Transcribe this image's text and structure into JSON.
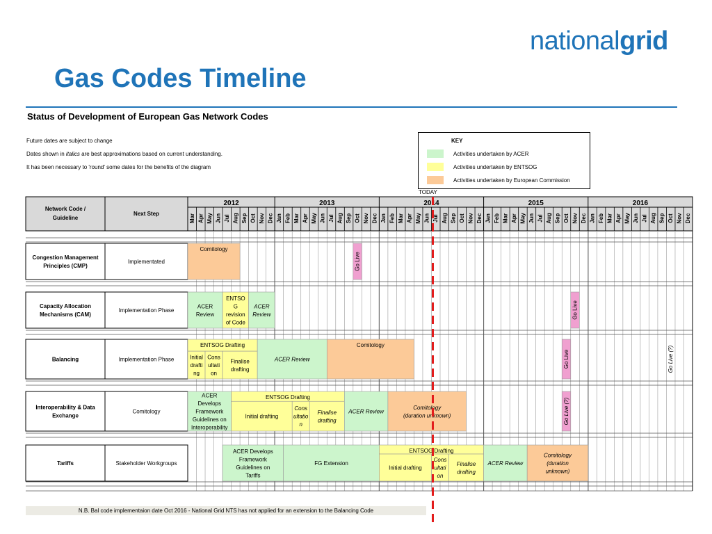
{
  "header": {
    "logo": {
      "part1": "national",
      "part2": "grid"
    },
    "title": "Gas Codes Timeline",
    "subtitle": "Status of Development of European Gas Network Codes"
  },
  "notes": {
    "future": "Future dates are subject to change",
    "italics_before": "Dates shown in ",
    "italics_word": "italics",
    "italics_after": " are best approximations based on current understanding.",
    "round": "It has been necessary to 'round' some dates for the benefits of the diagram"
  },
  "key": {
    "title": "KEY",
    "items": [
      {
        "label": "Activities undertaken by ACER",
        "color": "#ccf5cc"
      },
      {
        "label": "Activities undertaken by ENTSOG",
        "color": "#ffff99"
      },
      {
        "label": "Activities undertaken by European Commission",
        "color": "#fcca98"
      }
    ]
  },
  "today_label": "TODAY",
  "colors": {
    "acer": "#ccf5cc",
    "entsog": "#ffff99",
    "ec": "#fcca98",
    "golive": "#f0a0d0",
    "header_bg": "#d9d9d9",
    "today_line": "#e31b1b",
    "brand_blue": "#1f74b8"
  },
  "table": {
    "col_network": "Network Code / Guideline",
    "col_next": "Next Step",
    "years": [
      {
        "label": "2012",
        "months": [
          "Mar",
          "Apr",
          "May",
          "Jun",
          "Jul",
          "Aug",
          "Sep",
          "Oct",
          "Nov",
          "Dec"
        ]
      },
      {
        "label": "2013",
        "months": [
          "Jan",
          "Feb",
          "Mar",
          "Apr",
          "May",
          "Jun",
          "Jul",
          "Aug",
          "Sep",
          "Oct",
          "Nov",
          "Dec"
        ]
      },
      {
        "label": "2014",
        "months": [
          "Jan",
          "Feb",
          "Mar",
          "Apr",
          "May",
          "Jun",
          "Jul",
          "Aug",
          "Sep",
          "Oct",
          "Nov",
          "Dec"
        ]
      },
      {
        "label": "2015",
        "months": [
          "Jan",
          "Feb",
          "Mar",
          "Apr",
          "May",
          "Jun",
          "Jul",
          "Aug",
          "Sep",
          "Oct",
          "Nov",
          "Dec"
        ]
      },
      {
        "label": "2016",
        "months": [
          "Jan",
          "Feb",
          "Mar",
          "Apr",
          "May",
          "Jun",
          "Jul",
          "Aug",
          "Sep",
          "Oct",
          "Nov",
          "Dec"
        ]
      }
    ]
  },
  "rows": [
    {
      "name": [
        "Congestion Management",
        "Principles (CMP)"
      ],
      "next": [
        "Implementated"
      ],
      "bars": [
        {
          "start": 0,
          "end": 6,
          "type": "ec",
          "lines": [
            "Comitology"
          ],
          "italic": false,
          "valign": "top"
        },
        {
          "start": 19,
          "end": 20,
          "type": "golive",
          "lines": [
            "Go Live"
          ],
          "vertical": true,
          "italic": false
        }
      ]
    },
    {
      "name": [
        "Capacity Allocation",
        "Mechanisms (CAM)"
      ],
      "next": [
        "Implementation Phase"
      ],
      "bars": [
        {
          "start": 0,
          "end": 4,
          "type": "acer",
          "lines": [
            "ACER",
            "Review"
          ],
          "italic": false
        },
        {
          "start": 4,
          "end": 7,
          "type": "entsog",
          "lines": [
            "ENTSO",
            "G",
            "revision",
            "of Code"
          ],
          "italic": false
        },
        {
          "start": 7,
          "end": 10,
          "type": "acer",
          "lines": [
            "ACER",
            "Review"
          ],
          "italic": true
        },
        {
          "start": 44,
          "end": 45,
          "type": "golive",
          "lines": [
            "Go Live"
          ],
          "vertical": true,
          "italic": false
        }
      ]
    },
    {
      "name": [
        "Balancing"
      ],
      "next": [
        "Implementation Phase"
      ],
      "bars": [
        {
          "start": 0,
          "end": 8,
          "type": "entsog",
          "lines": [
            "ENTSOG Drafting"
          ],
          "italic": false,
          "valign": "top",
          "height": 0.3
        },
        {
          "start": 0,
          "end": 2,
          "type": "entsog",
          "lines": [
            "Initial",
            "drafti",
            "ng"
          ],
          "italic": false,
          "top": 0.3
        },
        {
          "start": 2,
          "end": 4,
          "type": "entsog",
          "lines": [
            "Cons",
            "ultati",
            "on"
          ],
          "italic": false,
          "top": 0.3
        },
        {
          "start": 4,
          "end": 8,
          "type": "entsog",
          "lines": [
            "Finalise",
            "drafting"
          ],
          "italic": false,
          "top": 0.3
        },
        {
          "start": 8,
          "end": 16,
          "type": "acer",
          "lines": [
            "ACER Review"
          ],
          "italic": true
        },
        {
          "start": 16,
          "end": 26,
          "type": "ec",
          "lines": [
            "Comitology"
          ],
          "italic": false,
          "valign": "top"
        },
        {
          "start": 43,
          "end": 44,
          "type": "golive",
          "lines": [
            "Go Live"
          ],
          "vertical": true,
          "italic": false
        },
        {
          "start": 55,
          "end": 56,
          "type": "plain",
          "lines": [
            "Go Live (?)"
          ],
          "vertical": true,
          "italic": true
        }
      ]
    },
    {
      "name": [
        "Interoperability & Data",
        "Exchange"
      ],
      "next": [
        "Comitology"
      ],
      "bars": [
        {
          "start": 0,
          "end": 5,
          "type": "acer",
          "lines": [
            "ACER",
            "Develops",
            "Framework",
            "Guidelines on",
            "Interoperability"
          ],
          "italic": false
        },
        {
          "start": 5,
          "end": 18,
          "type": "entsog",
          "lines": [
            "ENTSOG Drafting"
          ],
          "italic": false,
          "valign": "top",
          "height": 0.25
        },
        {
          "start": 5,
          "end": 12,
          "type": "entsog",
          "lines": [
            "Initial drafting"
          ],
          "italic": false,
          "top": 0.25
        },
        {
          "start": 12,
          "end": 14,
          "type": "entsog",
          "lines": [
            "Cons",
            "ultatio",
            "n"
          ],
          "italic": true,
          "top": 0.25
        },
        {
          "start": 14,
          "end": 18,
          "type": "entsog",
          "lines": [
            "Finalise",
            "drafting"
          ],
          "italic": true,
          "top": 0.25
        },
        {
          "start": 18,
          "end": 23,
          "type": "acer",
          "lines": [
            "ACER Review"
          ],
          "italic": true
        },
        {
          "start": 23,
          "end": 32,
          "type": "ec",
          "lines": [
            "Comitology",
            "(duration unknown)"
          ],
          "italic": true
        },
        {
          "start": 43,
          "end": 44,
          "type": "golive",
          "lines": [
            "Go Live (?)"
          ],
          "vertical": true,
          "italic": true
        }
      ]
    },
    {
      "name": [
        "Tariffs"
      ],
      "next": [
        "Stakeholder Workgroups"
      ],
      "bars": [
        {
          "start": 4,
          "end": 11,
          "type": "acer",
          "lines": [
            "ACER Develops",
            "Framework",
            "Guidelines on",
            "Tariffs"
          ],
          "italic": false
        },
        {
          "start": 11,
          "end": 22,
          "type": "acer",
          "lines": [
            "FG Extension"
          ],
          "italic": false
        },
        {
          "start": 22,
          "end": 34,
          "type": "entsog",
          "lines": [
            "ENTSOG Drafting"
          ],
          "italic": false,
          "valign": "top",
          "height": 0.25
        },
        {
          "start": 22,
          "end": 28,
          "type": "entsog",
          "lines": [
            "Initial drafting"
          ],
          "italic": false,
          "top": 0.25
        },
        {
          "start": 28,
          "end": 30,
          "type": "entsog",
          "lines": [
            "Cons",
            "ultati",
            "on"
          ],
          "italic": true,
          "top": 0.25
        },
        {
          "start": 30,
          "end": 34,
          "type": "entsog",
          "lines": [
            "Finalise",
            "drafting"
          ],
          "italic": true,
          "top": 0.25
        },
        {
          "start": 34,
          "end": 39,
          "type": "acer",
          "lines": [
            "ACER Review"
          ],
          "italic": true
        },
        {
          "start": 39,
          "end": 46,
          "type": "ec",
          "lines": [
            "Comitology",
            "(duration",
            "unknown)"
          ],
          "italic": true
        }
      ]
    }
  ],
  "footer": "N.B.  Bal code implementaion date Oct 2016 - National Grid NTS has not applied for an extension to the Balancing Code"
}
